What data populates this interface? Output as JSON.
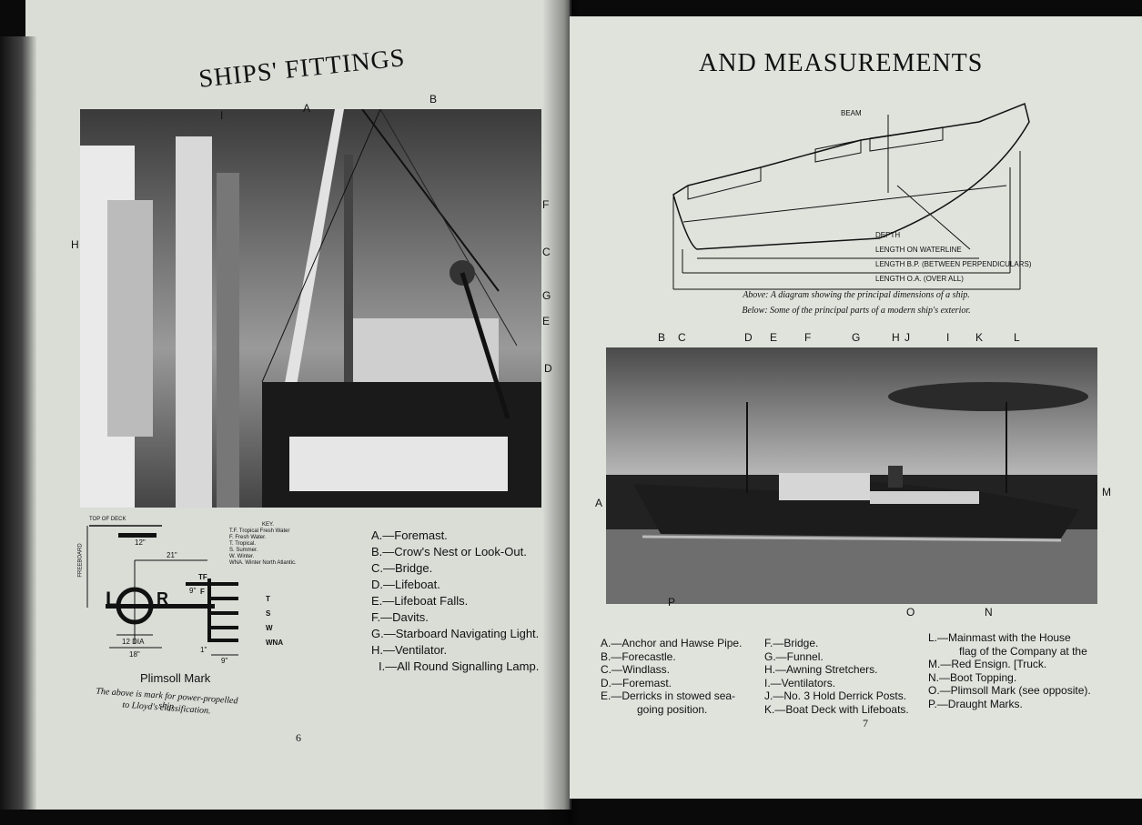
{
  "left_page": {
    "title": "SHIPS' FITTINGS",
    "photo_labels": [
      "I",
      "A",
      "B",
      "F",
      "C",
      "G",
      "E",
      "D",
      "H"
    ],
    "plimsoll": {
      "top_of_deck": "TOP OF DECK",
      "freeboard": "FREEBOARD",
      "dim_12": "12\"",
      "dim_21": "21\"",
      "dim_9a": "9\"",
      "dim_9b": "9\"",
      "dim_1": "1\"",
      "dim_18": "18\"",
      "dim_12dia": "12 DIA",
      "letter_l": "L",
      "letter_r": "R",
      "marks": [
        "TF",
        "F",
        "T",
        "S",
        "W",
        "WNA"
      ],
      "key_title": "KEY.",
      "key": [
        "T.F. Tropical Fresh Water",
        "F. Fresh Water.",
        "T. Tropical.",
        "S. Summer.",
        "W. Winter.",
        "WNA. Winter North Atlantic."
      ],
      "heading": "Plimsoll Mark",
      "caption_line1": "The above is mark for power-propelled ship",
      "caption_line2": "to Lloyd's classification."
    },
    "key_items": [
      "A.—Foremast.",
      "B.—Crow's Nest or Look-Out.",
      "C.—Bridge.",
      "D.—Lifeboat.",
      "E.—Lifeboat Falls.",
      "F.—Davits.",
      "G.—Starboard Navigating Light.",
      "H.—Ventilator.",
      "I.—All Round Signalling Lamp."
    ],
    "page_number": "6"
  },
  "right_page": {
    "title": "AND MEASUREMENTS",
    "diagram_labels": {
      "beam": "BEAM",
      "depth": "DEPTH",
      "lwl": "LENGTH ON WATERLINE",
      "lbp": "LENGTH B.P. (BETWEEN PERPENDICULARS)",
      "loa": "LENGTH O.A. (OVER ALL)"
    },
    "caption_above": "Above: A diagram showing the principal dimensions of a ship.",
    "caption_below": "Below: Some of the principal parts of a modern ship's exterior.",
    "photo_labels_top": [
      "B",
      "C",
      "D",
      "E",
      "F",
      "G",
      "H",
      "J",
      "I",
      "K",
      "L"
    ],
    "photo_labels_side": [
      "A",
      "M"
    ],
    "photo_labels_bottom": [
      "P",
      "O",
      "N"
    ],
    "key_col1": [
      "A.—Anchor and Hawse Pipe.",
      "B.—Forecastle.",
      "C.—Windlass.",
      "D.—Foremast.",
      "E.—Derricks in stowed sea-",
      "going position."
    ],
    "key_col2": [
      "F.—Bridge.",
      "G.—Funnel.",
      "H.—Awning Stretchers.",
      "I.—Ventilators.",
      "J.—No. 3 Hold Derrick Posts.",
      "K.—Boat Deck with Lifeboats."
    ],
    "key_col3": [
      "L.—Mainmast with the House",
      "flag of the Company at the",
      "M.—Red Ensign. [Truck.",
      "N.—Boot Topping.",
      "O.—Plimsoll Mark (see opposite).",
      "P.—Draught Marks."
    ],
    "page_number": "7"
  }
}
